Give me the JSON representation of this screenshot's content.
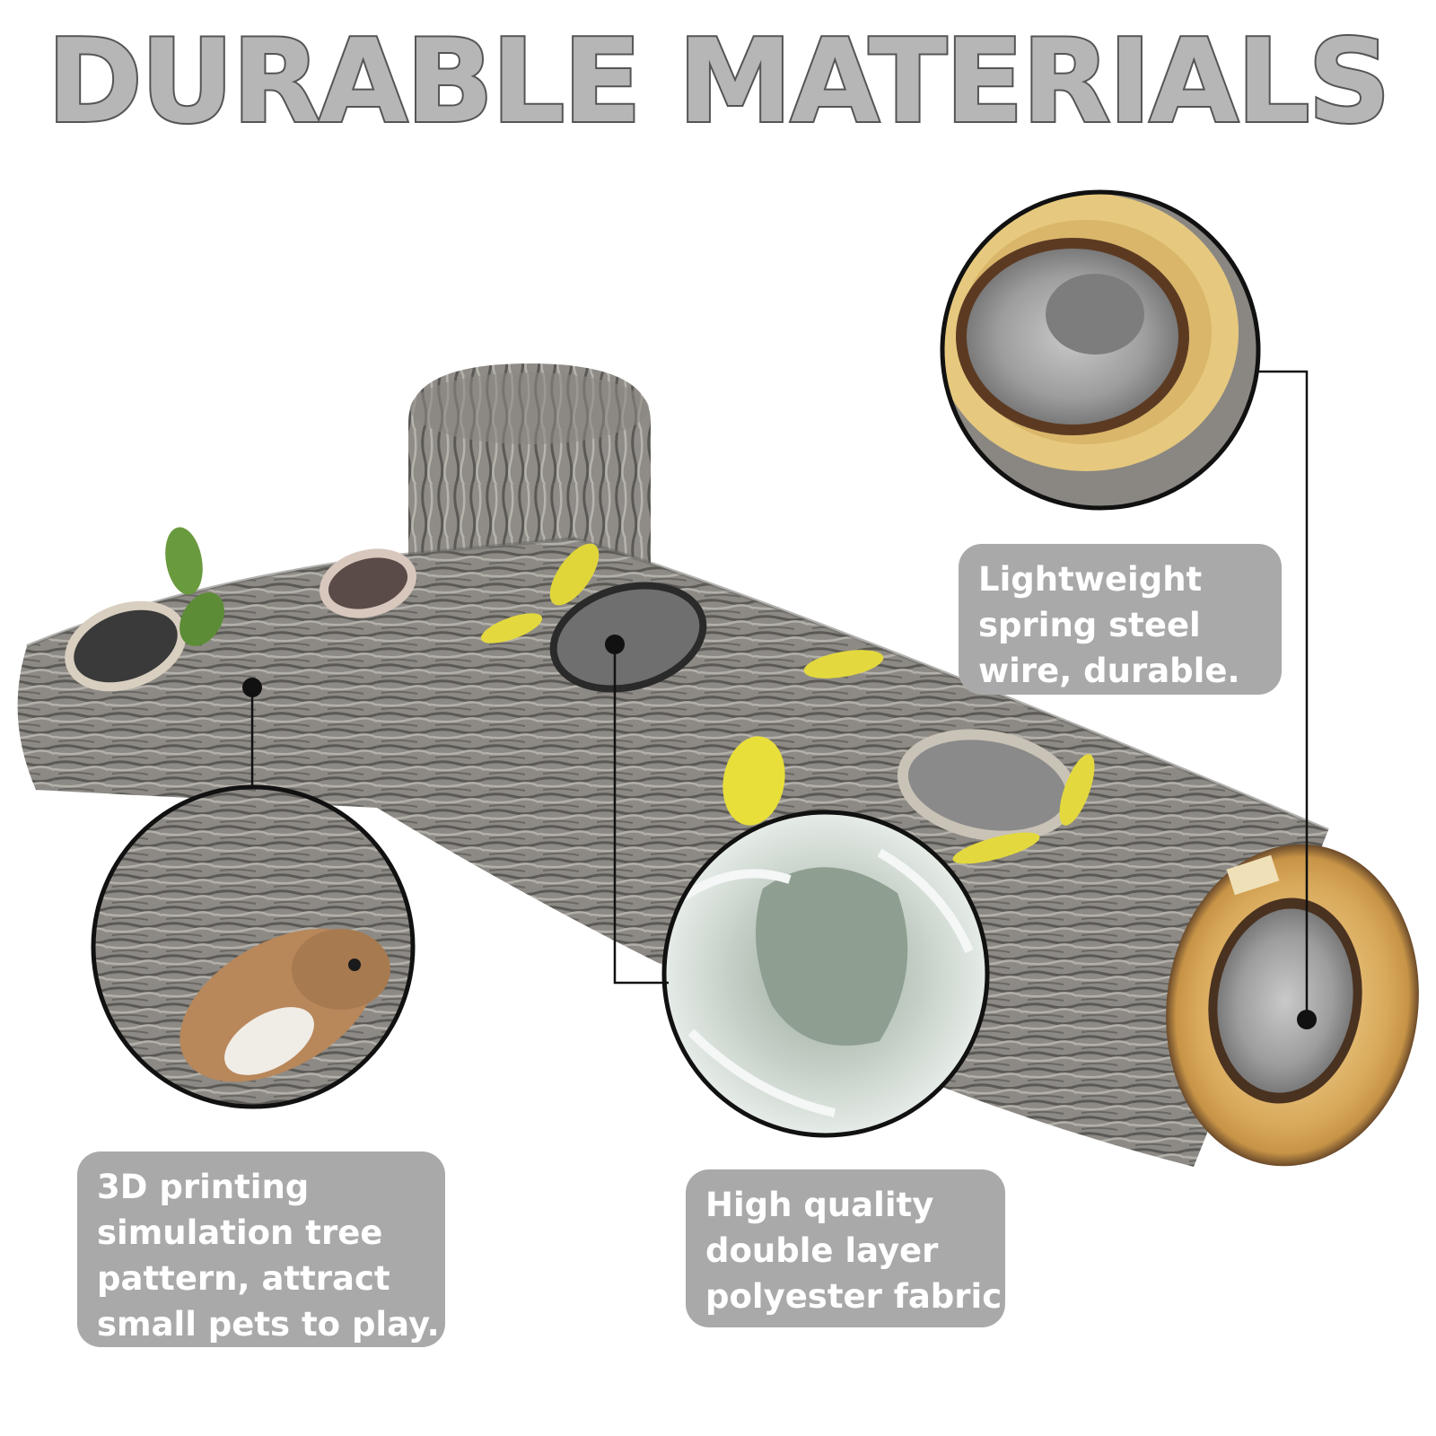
{
  "headline": "DURABLE MATERIALS",
  "callouts": {
    "steel": [
      "Lightweight",
      "spring steel",
      "wire, durable."
    ],
    "print": [
      "3D printing",
      "simulation tree",
      "pattern, attract",
      "small pets to play."
    ],
    "fabric": [
      "High quality",
      "double layer",
      "polyester fabric."
    ]
  },
  "colors": {
    "headline_fill": "#b6b6b6",
    "headline_outline": "#555555",
    "callout_bg": "#a9a9a9",
    "callout_text": "#ffffff"
  }
}
